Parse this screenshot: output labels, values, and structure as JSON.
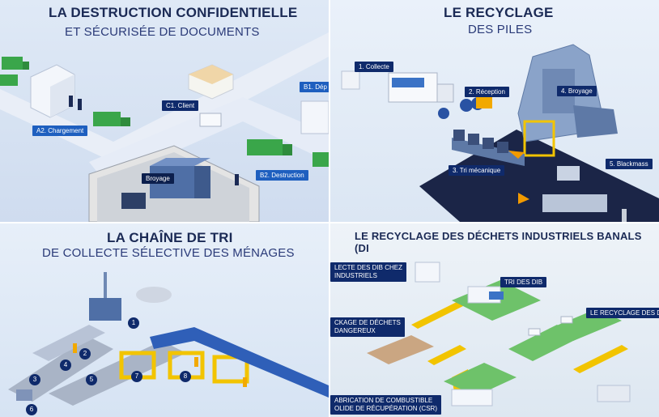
{
  "panels": {
    "destruction": {
      "title_line1": "LA DESTRUCTION CONFIDENTIELLE",
      "title_line2": "ET SÉCURISÉE DE DOCUMENTS",
      "labels": {
        "client": "C1. Client",
        "chargement": "A2. Chargement",
        "depot": "B1. Dép",
        "broyage": "Broyage",
        "destruction": "B2. Destruction"
      }
    },
    "piles": {
      "title_line1": "LE RECYCLAGE",
      "title_line2": "DES PILES",
      "labels": {
        "collecte": "1. Collecte",
        "reception": "2. Réception",
        "broyage": "4. Broyage",
        "tri": "3. Tri mécanique",
        "blackmass": "5. Blackmass"
      }
    },
    "tri": {
      "title_line1": "LA CHAÎNE DE TRI",
      "title_line2": "DE COLLECTE SÉLECTIVE DES MÉNAGES",
      "numbers": [
        "1",
        "2",
        "3",
        "4",
        "5",
        "6",
        "7",
        "8"
      ]
    },
    "dib": {
      "title": "LE RECYCLAGE DES DÉCHETS INDUSTRIELS BANALS (DI",
      "labels": {
        "collecte_line1": "LECTE DES DIB CHEZ",
        "collecte_line2": "INDUSTRIELS",
        "tri_dib": "TRI DES DIB",
        "recyclage": "LE RECYCLAGE DES DIB",
        "stockage_line1": "CKAGE DE DÉCHETS",
        "stockage_line2": "DANGEREUX",
        "csr_line1": "ABRICATION DE COMBUSTIBLE",
        "csr_line2": "OLIDE DE RÉCUPÉRATION (CSR)"
      }
    }
  },
  "colors": {
    "navy": "#0f2a6b",
    "blue": "#1e5fbf",
    "truck_green": "#3aa64a",
    "conveyor_yellow": "#f2c400",
    "machine_blue": "#4f6fa6",
    "green_floor": "#6ec26a"
  }
}
